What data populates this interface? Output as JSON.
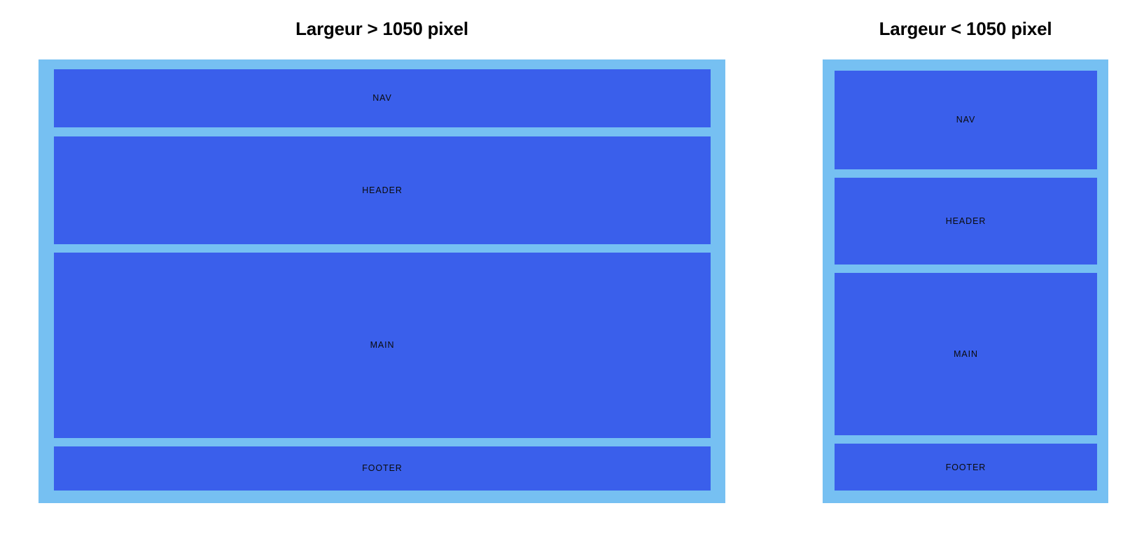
{
  "page": {
    "background_color": "#ffffff",
    "container_color": "#76c0f2",
    "region_color": "#3a5feb",
    "label_color": "#0a0a0a",
    "title_color": "#000000"
  },
  "panels": [
    {
      "id": "wide",
      "title": "Largeur > 1050 pixel",
      "regions": [
        {
          "key": "nav",
          "label": "NAV"
        },
        {
          "key": "header",
          "label": "HEADER"
        },
        {
          "key": "main",
          "label": "MAIN"
        },
        {
          "key": "footer",
          "label": "FOOTER"
        }
      ]
    },
    {
      "id": "narrow",
      "title": "Largeur < 1050 pixel",
      "regions": [
        {
          "key": "nav",
          "label": "NAV"
        },
        {
          "key": "header",
          "label": "HEADER"
        },
        {
          "key": "main",
          "label": "MAIN"
        },
        {
          "key": "footer",
          "label": "FOOTER"
        }
      ]
    }
  ]
}
